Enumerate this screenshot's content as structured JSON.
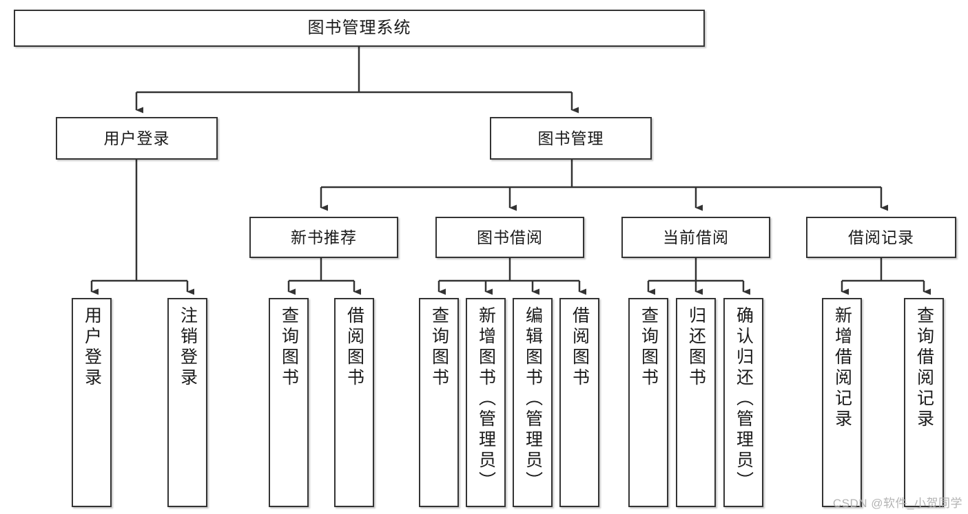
{
  "diagram": {
    "type": "tree-hierarchy",
    "title": "图书管理系统",
    "watermark": "CSDN @软件_小贺同学",
    "colors": {
      "box_border": "#333333",
      "box_fill": "#ffffff",
      "connector": "#333333",
      "text": "#1a1a1a",
      "watermark": "#b3b3b3",
      "background": "#ffffff"
    },
    "levels": {
      "root": {
        "label": "图书管理系统"
      },
      "level2": [
        {
          "id": "user-login",
          "label": "用户登录"
        },
        {
          "id": "book-manage",
          "label": "图书管理"
        }
      ],
      "level3": [
        {
          "id": "new-book-recommend",
          "label": "新书推荐",
          "parent": "book-manage"
        },
        {
          "id": "book-borrow",
          "label": "图书借阅",
          "parent": "book-manage"
        },
        {
          "id": "current-borrow",
          "label": "当前借阅",
          "parent": "book-manage"
        },
        {
          "id": "borrow-record",
          "label": "借阅记录",
          "parent": "book-manage"
        }
      ],
      "leaves": [
        {
          "id": "leaf-user-login",
          "label": "用户登录",
          "parent": "user-login"
        },
        {
          "id": "leaf-user-logout",
          "label": "注销登录",
          "parent": "user-login"
        },
        {
          "id": "leaf-query-book-1",
          "label": "查询图书",
          "parent": "new-book-recommend"
        },
        {
          "id": "leaf-borrow-book-1",
          "label": "借阅图书",
          "parent": "new-book-recommend"
        },
        {
          "id": "leaf-query-book-2",
          "label": "查询图书",
          "parent": "book-borrow"
        },
        {
          "id": "leaf-add-book",
          "label": "新增图书（管理员）",
          "parent": "book-borrow"
        },
        {
          "id": "leaf-edit-book",
          "label": "编辑图书（管理员）",
          "parent": "book-borrow"
        },
        {
          "id": "leaf-borrow-book-2",
          "label": "借阅图书",
          "parent": "book-borrow"
        },
        {
          "id": "leaf-query-book-3",
          "label": "查询图书",
          "parent": "current-borrow"
        },
        {
          "id": "leaf-return-book",
          "label": "归还图书",
          "parent": "current-borrow"
        },
        {
          "id": "leaf-confirm-return",
          "label": "确认归还（管理员）",
          "parent": "current-borrow"
        },
        {
          "id": "leaf-add-record",
          "label": "新增借阅记录",
          "parent": "borrow-record"
        },
        {
          "id": "leaf-query-record",
          "label": "查询借阅记录",
          "parent": "borrow-record"
        }
      ]
    }
  }
}
